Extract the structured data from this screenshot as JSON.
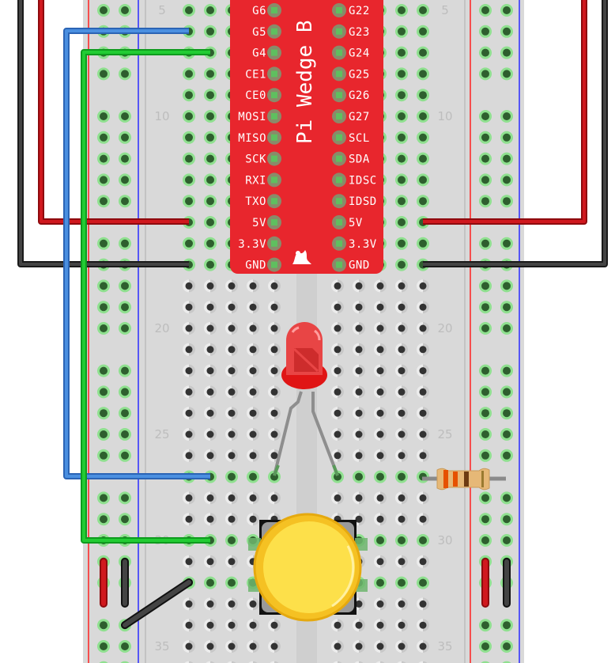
{
  "diagram": {
    "type": "breadboard-circuit",
    "board": {
      "row_labels": [
        "5",
        "10",
        "20",
        "25",
        "30",
        "35"
      ],
      "first_visible_row": 5,
      "last_visible_row": 35
    },
    "pi_wedge": {
      "title": "Pi Wedge B",
      "left_pins": [
        "G6",
        "G5",
        "G4",
        "CE1",
        "CE0",
        "MOSI",
        "MISO",
        "SCK",
        "RXI",
        "TXO",
        "5V",
        "3.3V",
        "GND"
      ],
      "right_pins": [
        "G22",
        "G23",
        "G24",
        "G25",
        "G26",
        "G27",
        "SCL",
        "SDA",
        "IDSC",
        "IDSD",
        "5V",
        "3.3V",
        "GND"
      ],
      "color": "#e8262d"
    },
    "components": {
      "led": {
        "color": "#e53935",
        "label": "Red LED"
      },
      "button": {
        "color": "#fdd835",
        "label": "Yellow pushbutton"
      },
      "resistor": {
        "bands": [
          "#e65100",
          "#e65100",
          "#6d3b12",
          "#b08d4a"
        ]
      }
    },
    "wires": [
      {
        "name": "wire-blue-g5",
        "color": "#3a7fd5"
      },
      {
        "name": "wire-green-g4",
        "color": "#1fba2e"
      },
      {
        "name": "wire-red-5v-left",
        "color": "#c8141a"
      },
      {
        "name": "wire-black-gnd-left",
        "color": "#333333"
      },
      {
        "name": "wire-red-5v-right",
        "color": "#c8141a"
      },
      {
        "name": "wire-black-gnd-right",
        "color": "#333333"
      },
      {
        "name": "wire-red-rail-jumper-left",
        "color": "#c8141a"
      },
      {
        "name": "wire-black-rail-jumper-left",
        "color": "#333333"
      },
      {
        "name": "wire-red-rail-jumper-right",
        "color": "#c8141a"
      },
      {
        "name": "wire-black-rail-jumper-right",
        "color": "#333333"
      },
      {
        "name": "wire-black-button-gnd",
        "color": "#333333"
      }
    ]
  }
}
